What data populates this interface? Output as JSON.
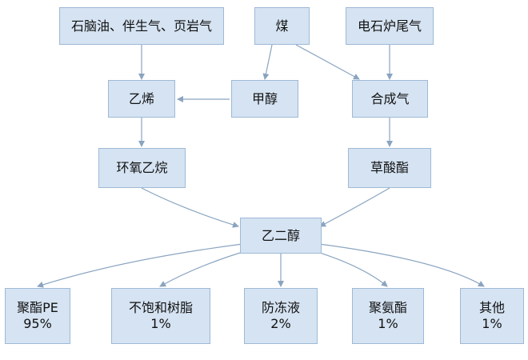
{
  "diagram": {
    "colors": {
      "box_fill": "#d5e3f2",
      "box_border": "#9fb9d6",
      "arrow": "#8aa4c0",
      "text": "#111111"
    },
    "nodes": {
      "feedstock": {
        "label": "石脑油、伴生气、页岩气"
      },
      "coal": {
        "label": "煤"
      },
      "carbide_gas": {
        "label": "电石炉尾气"
      },
      "ethylene": {
        "label": "乙烯"
      },
      "methanol": {
        "label": "甲醇"
      },
      "syngas": {
        "label": "合成气"
      },
      "ethylene_oxide": {
        "label": "环氧乙烷"
      },
      "oxalate": {
        "label": "草酸酯"
      },
      "glycol": {
        "label": "乙二醇"
      },
      "pe": {
        "label": "聚酯PE",
        "share": "95%"
      },
      "resin": {
        "label": "不饱和树脂",
        "share": "1%"
      },
      "antifreeze": {
        "label": "防冻液",
        "share": "2%"
      },
      "polyurethane": {
        "label": "聚氨酯",
        "share": "1%"
      },
      "other": {
        "label": "其他",
        "share": "1%"
      }
    }
  }
}
